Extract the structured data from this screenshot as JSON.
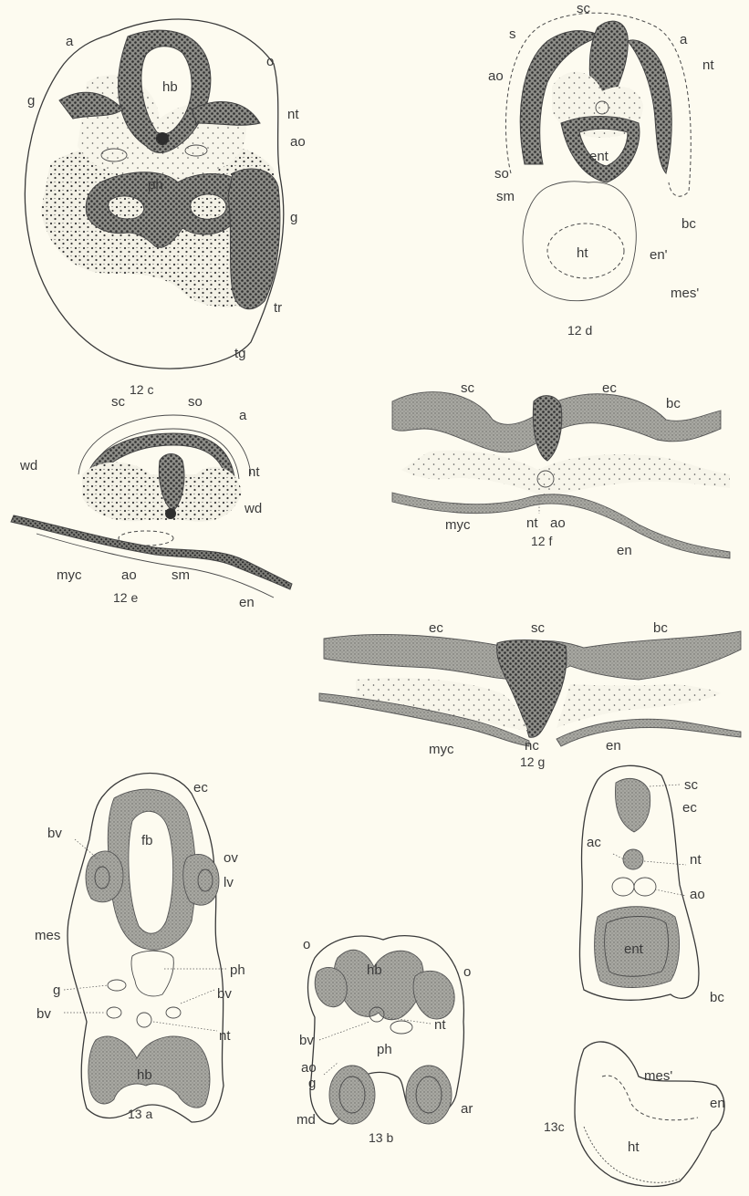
{
  "figures": {
    "f12c": {
      "caption": "12 c",
      "labels": {
        "a": "a",
        "o": "o",
        "g1": "g",
        "hb": "hb",
        "nt": "nt",
        "ao": "ao",
        "ph": "ph",
        "g2": "g",
        "tr": "tr",
        "tg": "tg"
      }
    },
    "f12d": {
      "caption": "12 d",
      "labels": {
        "sc": "sc",
        "s": "s",
        "a": "a",
        "nt": "nt",
        "ao": "ao",
        "ent": "ent",
        "so": "so",
        "sm": "sm",
        "bc": "bc",
        "en": "en'",
        "ht": "ht",
        "mes": "mes'"
      }
    },
    "f12e": {
      "caption": "12 e",
      "labels": {
        "sc": "sc",
        "so": "so",
        "a": "a",
        "wd1": "wd",
        "nt": "nt",
        "wd2": "wd",
        "myc": "myc",
        "ao": "ao",
        "sm": "sm",
        "en": "en"
      }
    },
    "f12f": {
      "caption": "12 f",
      "labels": {
        "sc": "sc",
        "ec": "ec",
        "bc": "bc",
        "myc": "myc",
        "nt": "nt",
        "ao": "ao",
        "en": "en"
      }
    },
    "f12g": {
      "caption": "12 g",
      "labels": {
        "ec": "ec",
        "sc": "sc",
        "bc": "bc",
        "myc": "myc",
        "nc": "nc",
        "en": "en"
      }
    },
    "f13a": {
      "caption": "13 a",
      "labels": {
        "ec": "ec",
        "bv1": "bv",
        "fb": "fb",
        "ov": "ov",
        "lv": "lv",
        "mes": "mes",
        "ph": "ph",
        "g": "g",
        "bv2": "bv",
        "bv3": "bv",
        "nt": "nt",
        "hb": "hb"
      }
    },
    "f13b": {
      "caption": "13 b",
      "labels": {
        "o1": "o",
        "hb": "hb",
        "o2": "o",
        "bv": "bv",
        "nt": "nt",
        "ph": "ph",
        "ao": "ao",
        "g": "g",
        "ar": "ar",
        "md": "md"
      }
    },
    "f13c": {
      "caption": "13c",
      "labels": {
        "sc": "sc",
        "ac": "ac",
        "ec": "ec",
        "nt": "nt",
        "ao": "ao",
        "ent": "ent",
        "bc": "bc",
        "mes": "mes'",
        "en": "en",
        "ht": "ht"
      }
    }
  }
}
